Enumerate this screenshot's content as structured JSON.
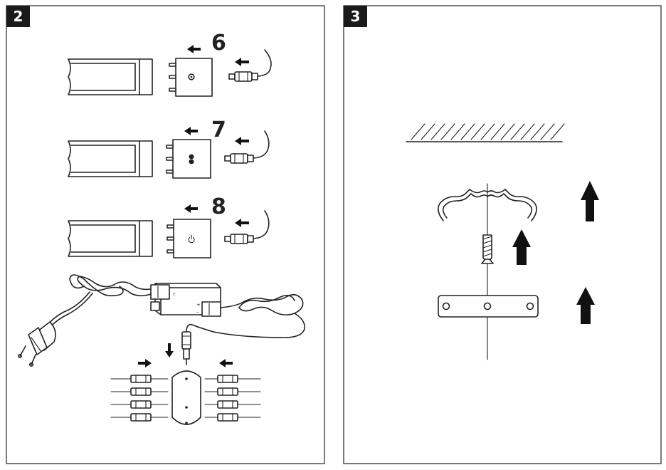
{
  "panels": [
    {
      "label": "2"
    },
    {
      "label": "3"
    }
  ],
  "steps": [
    {
      "number": "6",
      "button_icon": "ring-button-icon"
    },
    {
      "number": "7",
      "button_icon": "dual-button-icon"
    },
    {
      "number": "8",
      "button_icon": "power-button-icon"
    }
  ],
  "driver": {
    "mark_top": "┌",
    "mark_side": "+",
    "mark_minus": "–"
  },
  "colors": {
    "line": "#222222",
    "label_bg": "#1a1a1a",
    "border": "#333333"
  }
}
